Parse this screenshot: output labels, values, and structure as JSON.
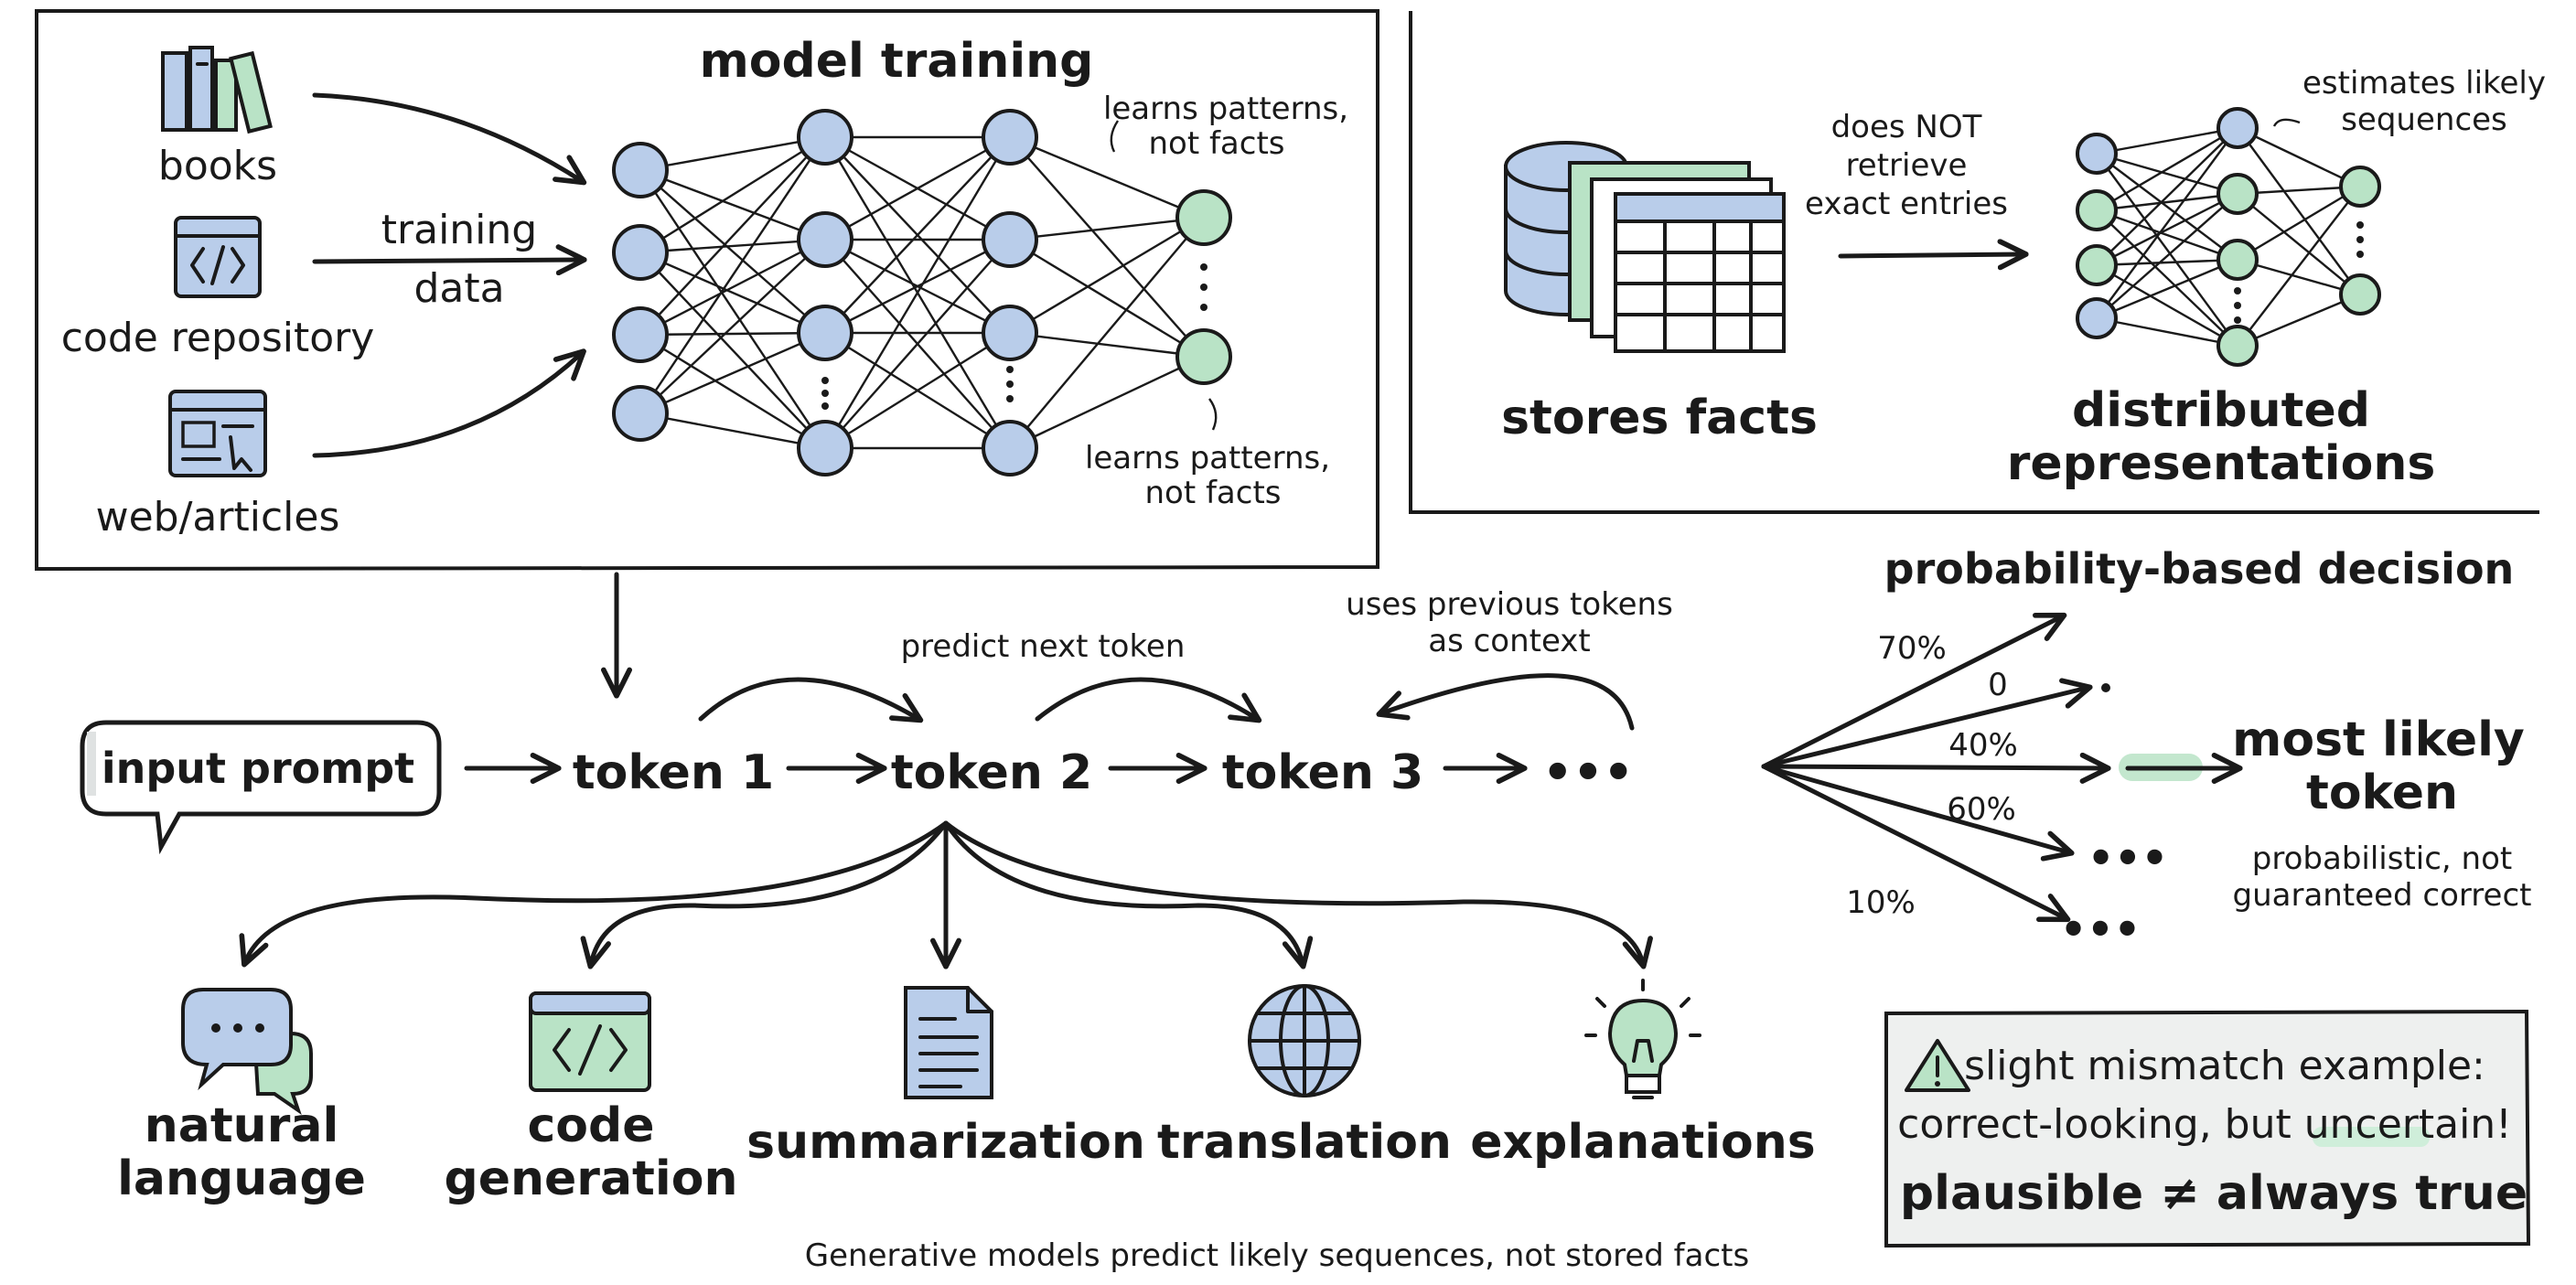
{
  "training": {
    "title": "model training",
    "sources": [
      "books",
      "code repository",
      "web/articles"
    ],
    "arrow_label_1": "training",
    "arrow_label_2": "data",
    "note_top_1": "learns patterns,",
    "note_top_2": "not facts",
    "note_bottom_1": "learns patterns,",
    "note_bottom_2": "not facts"
  },
  "storage": {
    "db_label": "stores facts",
    "arrow_label_1": "does NOT",
    "arrow_label_2": "retrieve",
    "arrow_label_3": "exact entries",
    "net_note_1": "estimates likely",
    "net_note_2": "sequences",
    "net_label_1": "distributed",
    "net_label_2": "representations"
  },
  "sequence": {
    "input": "input prompt",
    "tokens": [
      "token 1",
      "token 2",
      "token 3"
    ],
    "ellipsis": "•••",
    "predict_label": "predict next token",
    "context_label_1": "uses previous tokens",
    "context_label_2": "as context"
  },
  "probability": {
    "title": "probability-based decision",
    "percents": [
      "70%",
      "0",
      "40%",
      "60%",
      "10%"
    ],
    "result_1": "most likely",
    "result_2": "token",
    "note_1": "probabilistic, not",
    "note_2": "guaranteed correct"
  },
  "outputs": [
    {
      "line1": "natural",
      "line2": "language",
      "icon": "chat-bubbles-icon"
    },
    {
      "line1": "code",
      "line2": "generation",
      "icon": "code-window-icon"
    },
    {
      "line1": "summarization",
      "line2": "",
      "icon": "document-icon"
    },
    {
      "line1": "translation",
      "line2": "",
      "icon": "globe-icon"
    },
    {
      "line1": "explanations",
      "line2": "",
      "icon": "lightbulb-icon"
    }
  ],
  "warning": {
    "line1": "slight mismatch example:",
    "line2": "correct-looking, but uncertain!",
    "line3": "plausible ≠ always true"
  },
  "caption": "Generative models predict likely sequences, not stored facts",
  "colors": {
    "blue": "#b9cdea",
    "green": "#b9e3c6",
    "panel": "#eef0ef",
    "ink": "#1a1a1a"
  }
}
